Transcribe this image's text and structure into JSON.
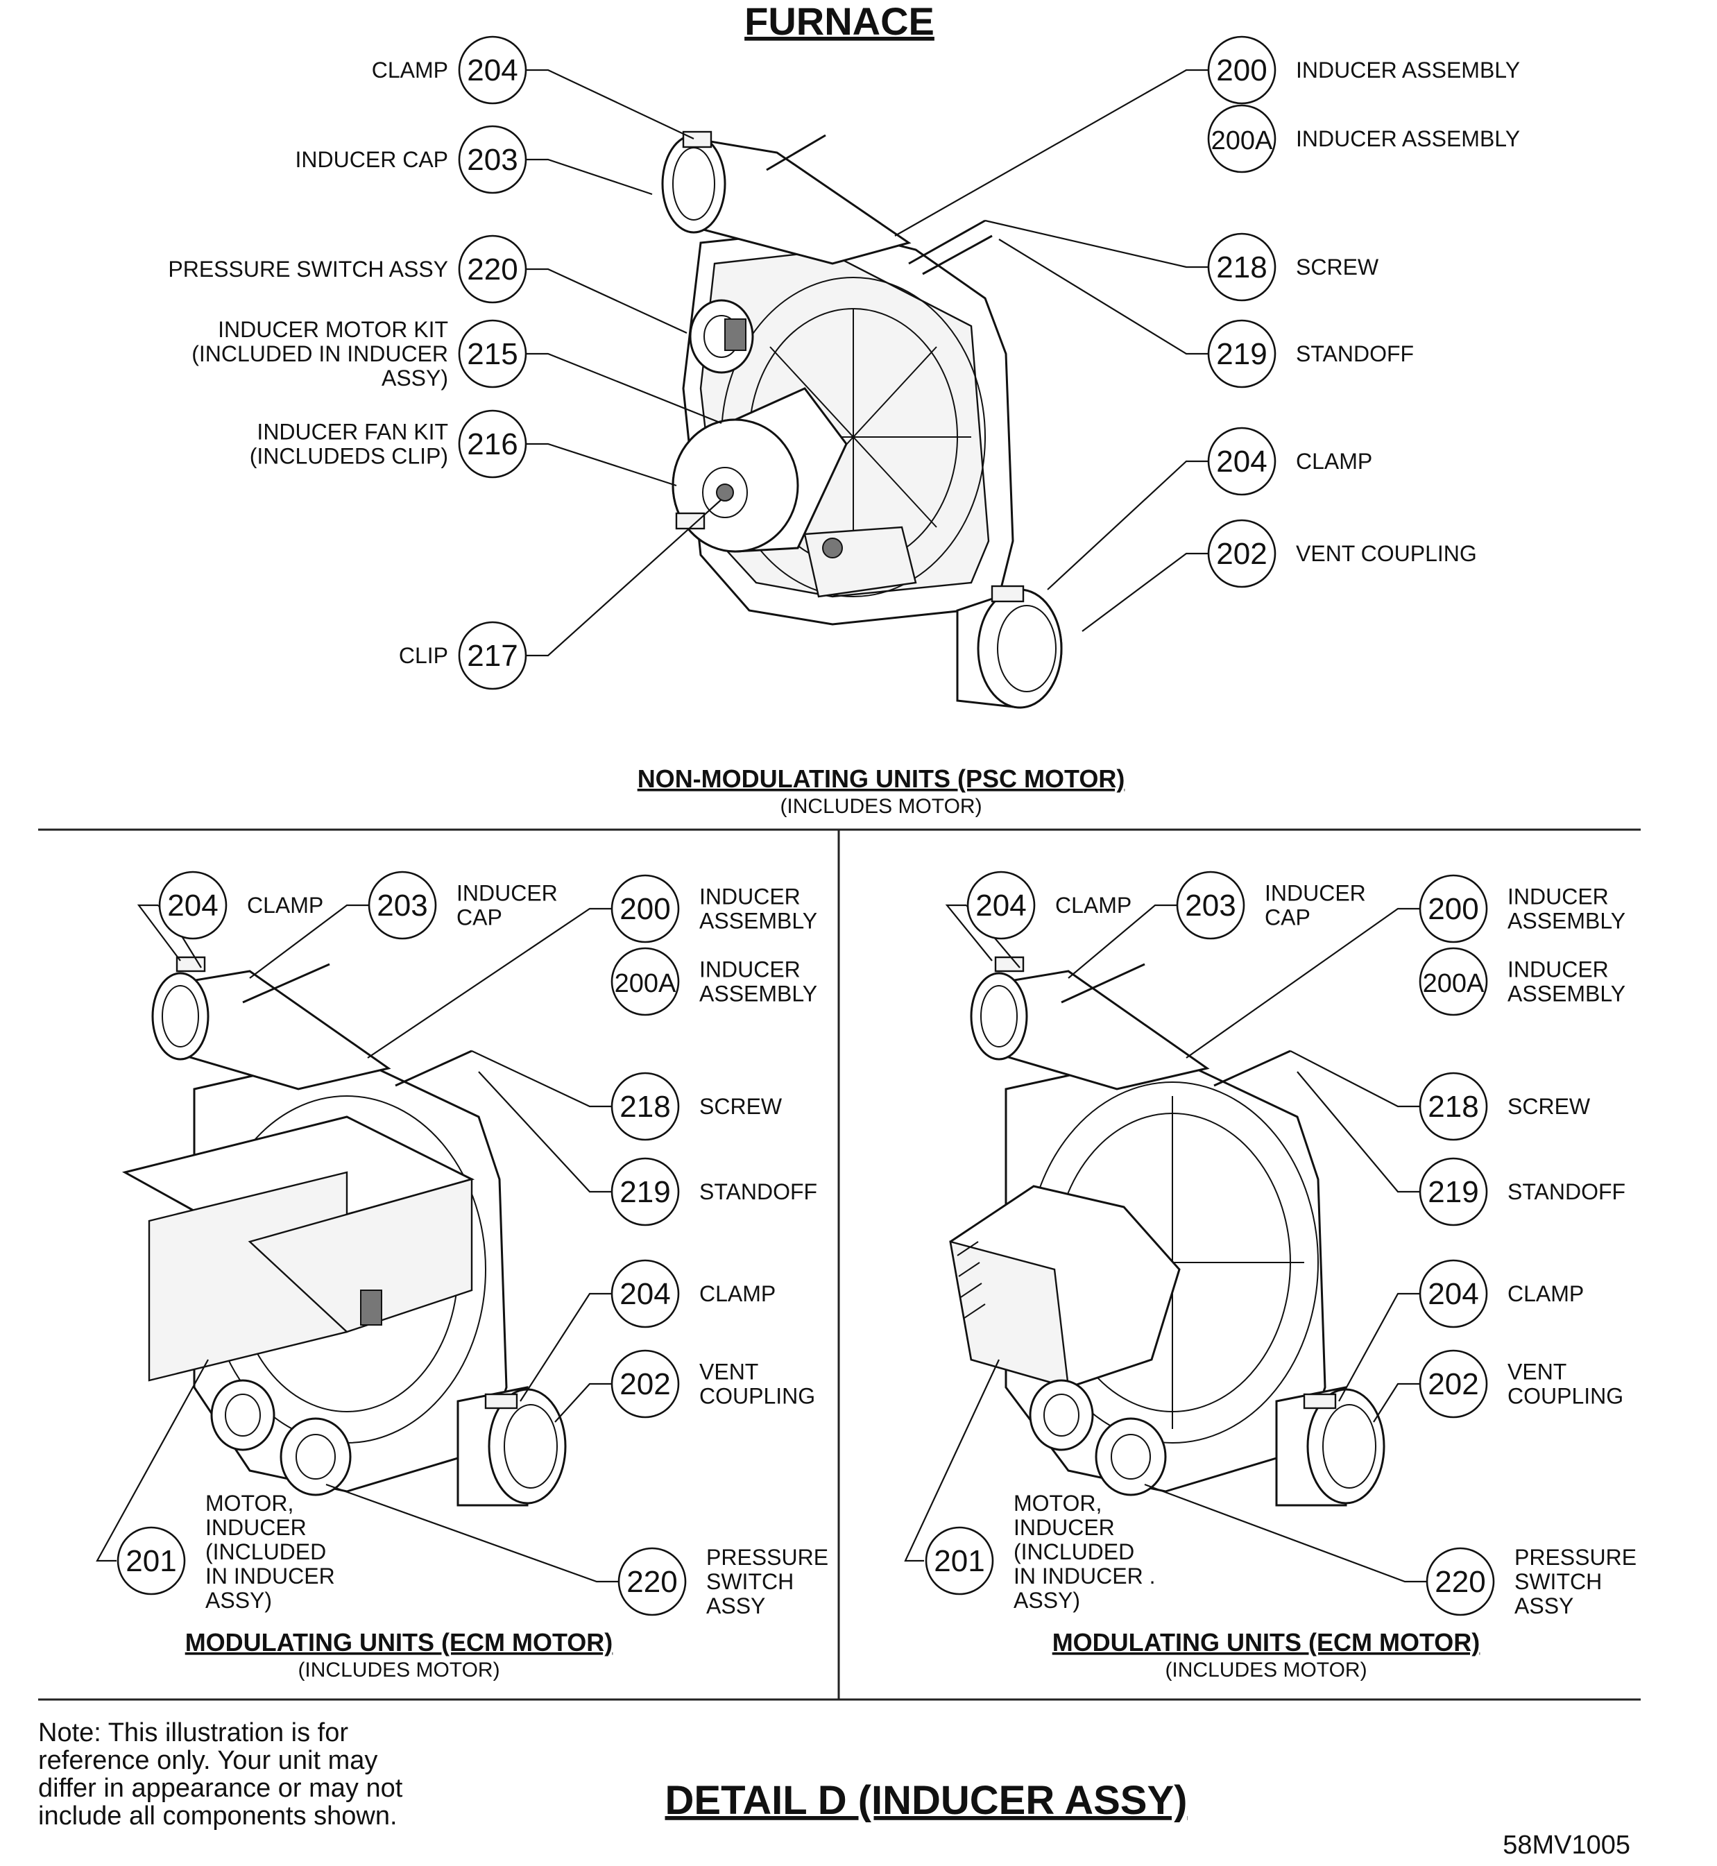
{
  "title": "FURNACE",
  "panels": {
    "top": {
      "heading": "NON-MODULATING UNITS (PSC MOTOR)",
      "subheading": "(INCLUDES MOTOR)",
      "callouts": {
        "c204a": {
          "num": "204",
          "label": [
            "CLAMP"
          ]
        },
        "c203": {
          "num": "203",
          "label": [
            "INDUCER CAP"
          ]
        },
        "c220": {
          "num": "220",
          "label": [
            "PRESSURE SWITCH ASSY"
          ]
        },
        "c215": {
          "num": "215",
          "label": [
            "INDUCER MOTOR KIT",
            "(INCLUDED IN INDUCER",
            "ASSY)"
          ]
        },
        "c216": {
          "num": "216",
          "label": [
            "INDUCER FAN KIT",
            "(INCLUDEDS CLIP)"
          ]
        },
        "c217": {
          "num": "217",
          "label": [
            "CLIP"
          ]
        },
        "c200": {
          "num": "200",
          "label": [
            "INDUCER ASSEMBLY"
          ]
        },
        "c200A": {
          "num": "200A",
          "label": [
            "INDUCER ASSEMBLY"
          ]
        },
        "c218": {
          "num": "218",
          "label": [
            "SCREW"
          ]
        },
        "c219": {
          "num": "219",
          "label": [
            "STANDOFF"
          ]
        },
        "c204b": {
          "num": "204",
          "label": [
            "CLAMP"
          ]
        },
        "c202": {
          "num": "202",
          "label": [
            "VENT COUPLING"
          ]
        }
      }
    },
    "left": {
      "heading": "MODULATING UNITS (ECM MOTOR)",
      "subheading": "(INCLUDES MOTOR)",
      "callouts": {
        "c204a": {
          "num": "204",
          "label": [
            "CLAMP"
          ]
        },
        "c203": {
          "num": "203",
          "label": [
            "INDUCER",
            "CAP"
          ]
        },
        "c200": {
          "num": "200",
          "label": [
            "INDUCER",
            "ASSEMBLY"
          ]
        },
        "c200A": {
          "num": "200A",
          "label": [
            "INDUCER",
            "ASSEMBLY"
          ]
        },
        "c218": {
          "num": "218",
          "label": [
            "SCREW"
          ]
        },
        "c219": {
          "num": "219",
          "label": [
            "STANDOFF"
          ]
        },
        "c204b": {
          "num": "204",
          "label": [
            "CLAMP"
          ]
        },
        "c202": {
          "num": "202",
          "label": [
            "VENT",
            "COUPLING"
          ]
        },
        "c201": {
          "num": "201",
          "label": [
            "MOTOR,",
            "INDUCER",
            "(INCLUDED",
            "IN INDUCER",
            "ASSY)"
          ]
        },
        "c220": {
          "num": "220",
          "label": [
            "PRESSURE",
            "SWITCH",
            "ASSY"
          ]
        }
      }
    },
    "right": {
      "heading": "MODULATING UNITS (ECM MOTOR)",
      "subheading": "(INCLUDES MOTOR)",
      "callouts": {
        "c204a": {
          "num": "204",
          "label": [
            "CLAMP"
          ]
        },
        "c203": {
          "num": "203",
          "label": [
            "INDUCER",
            "CAP"
          ]
        },
        "c200": {
          "num": "200",
          "label": [
            "INDUCER",
            "ASSEMBLY"
          ]
        },
        "c200A": {
          "num": "200A",
          "label": [
            "INDUCER",
            "ASSEMBLY"
          ]
        },
        "c218": {
          "num": "218",
          "label": [
            "SCREW"
          ]
        },
        "c219": {
          "num": "219",
          "label": [
            "STANDOFF"
          ]
        },
        "c204b": {
          "num": "204",
          "label": [
            "CLAMP"
          ]
        },
        "c202": {
          "num": "202",
          "label": [
            "VENT",
            "COUPLING"
          ]
        },
        "c201": {
          "num": "201",
          "label": [
            "MOTOR,",
            "INDUCER",
            "(INCLUDED",
            "IN INDUCER .",
            "ASSY)"
          ]
        },
        "c220": {
          "num": "220",
          "label": [
            "PRESSURE",
            "SWITCH",
            "ASSY"
          ]
        }
      }
    }
  },
  "note": [
    "Note: This illustration is for",
    "reference only. Your unit may",
    "differ in appearance or may not",
    "include all components shown."
  ],
  "detail_title": "DETAIL D  (INDUCER ASSY)",
  "drawing_code": "58MV1005"
}
